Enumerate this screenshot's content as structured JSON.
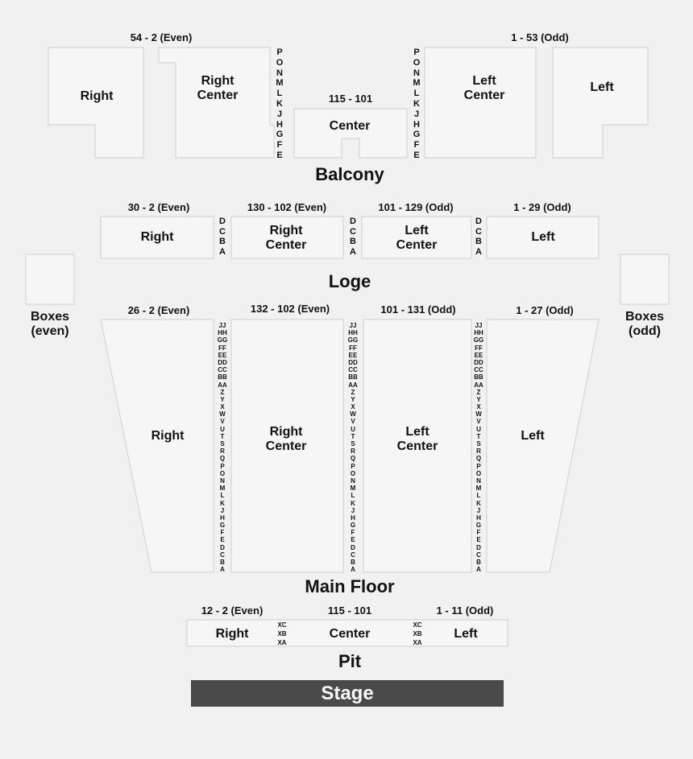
{
  "balcony": {
    "title": "Balcony",
    "ranges": {
      "right": "54 - 2 (Even)",
      "left": "1 - 53 (Odd)",
      "center": "115 - 101"
    },
    "sections": {
      "right": "Right",
      "right_center": "Right\nCenter",
      "center": "Center",
      "left_center": "Left\nCenter",
      "left": "Left"
    },
    "rows": [
      "P",
      "O",
      "N",
      "M",
      "L",
      "K",
      "J",
      "H",
      "G",
      "F",
      "E"
    ]
  },
  "loge": {
    "title": "Loge",
    "ranges": {
      "right": "30 - 2 (Even)",
      "right_center": "130 - 102 (Even)",
      "left_center": "101 - 129 (Odd)",
      "left": "1 - 29 (Odd)"
    },
    "sections": {
      "right": "Right",
      "right_center": "Right\nCenter",
      "left_center": "Left\nCenter",
      "left": "Left"
    },
    "rows": [
      "D",
      "C",
      "B",
      "A"
    ]
  },
  "boxes": {
    "even": "Boxes\n(even)",
    "odd": "Boxes\n(odd)"
  },
  "main_floor": {
    "title": "Main Floor",
    "ranges": {
      "right": "26 - 2 (Even)",
      "right_center": "132 - 102 (Even)",
      "left_center": "101 - 131 (Odd)",
      "left": "1 - 27 (Odd)"
    },
    "sections": {
      "right": "Right",
      "right_center": "Right\nCenter",
      "left_center": "Left\nCenter",
      "left": "Left"
    },
    "rows": [
      "JJ",
      "HH",
      "GG",
      "FF",
      "EE",
      "DD",
      "CC",
      "BB",
      "AA",
      "Z",
      "Y",
      "X",
      "W",
      "V",
      "U",
      "T",
      "S",
      "R",
      "Q",
      "P",
      "O",
      "N",
      "M",
      "L",
      "K",
      "J",
      "H",
      "G",
      "F",
      "E",
      "D",
      "C",
      "B",
      "A"
    ]
  },
  "pit": {
    "title": "Pit",
    "ranges": {
      "right": "12 - 2 (Even)",
      "center": "115 - 101",
      "left": "1 - 11 (Odd)"
    },
    "sections": {
      "right": "Right",
      "center": "Center",
      "left": "Left"
    },
    "rows": [
      "XC",
      "XB",
      "XA"
    ]
  },
  "stage": "Stage"
}
